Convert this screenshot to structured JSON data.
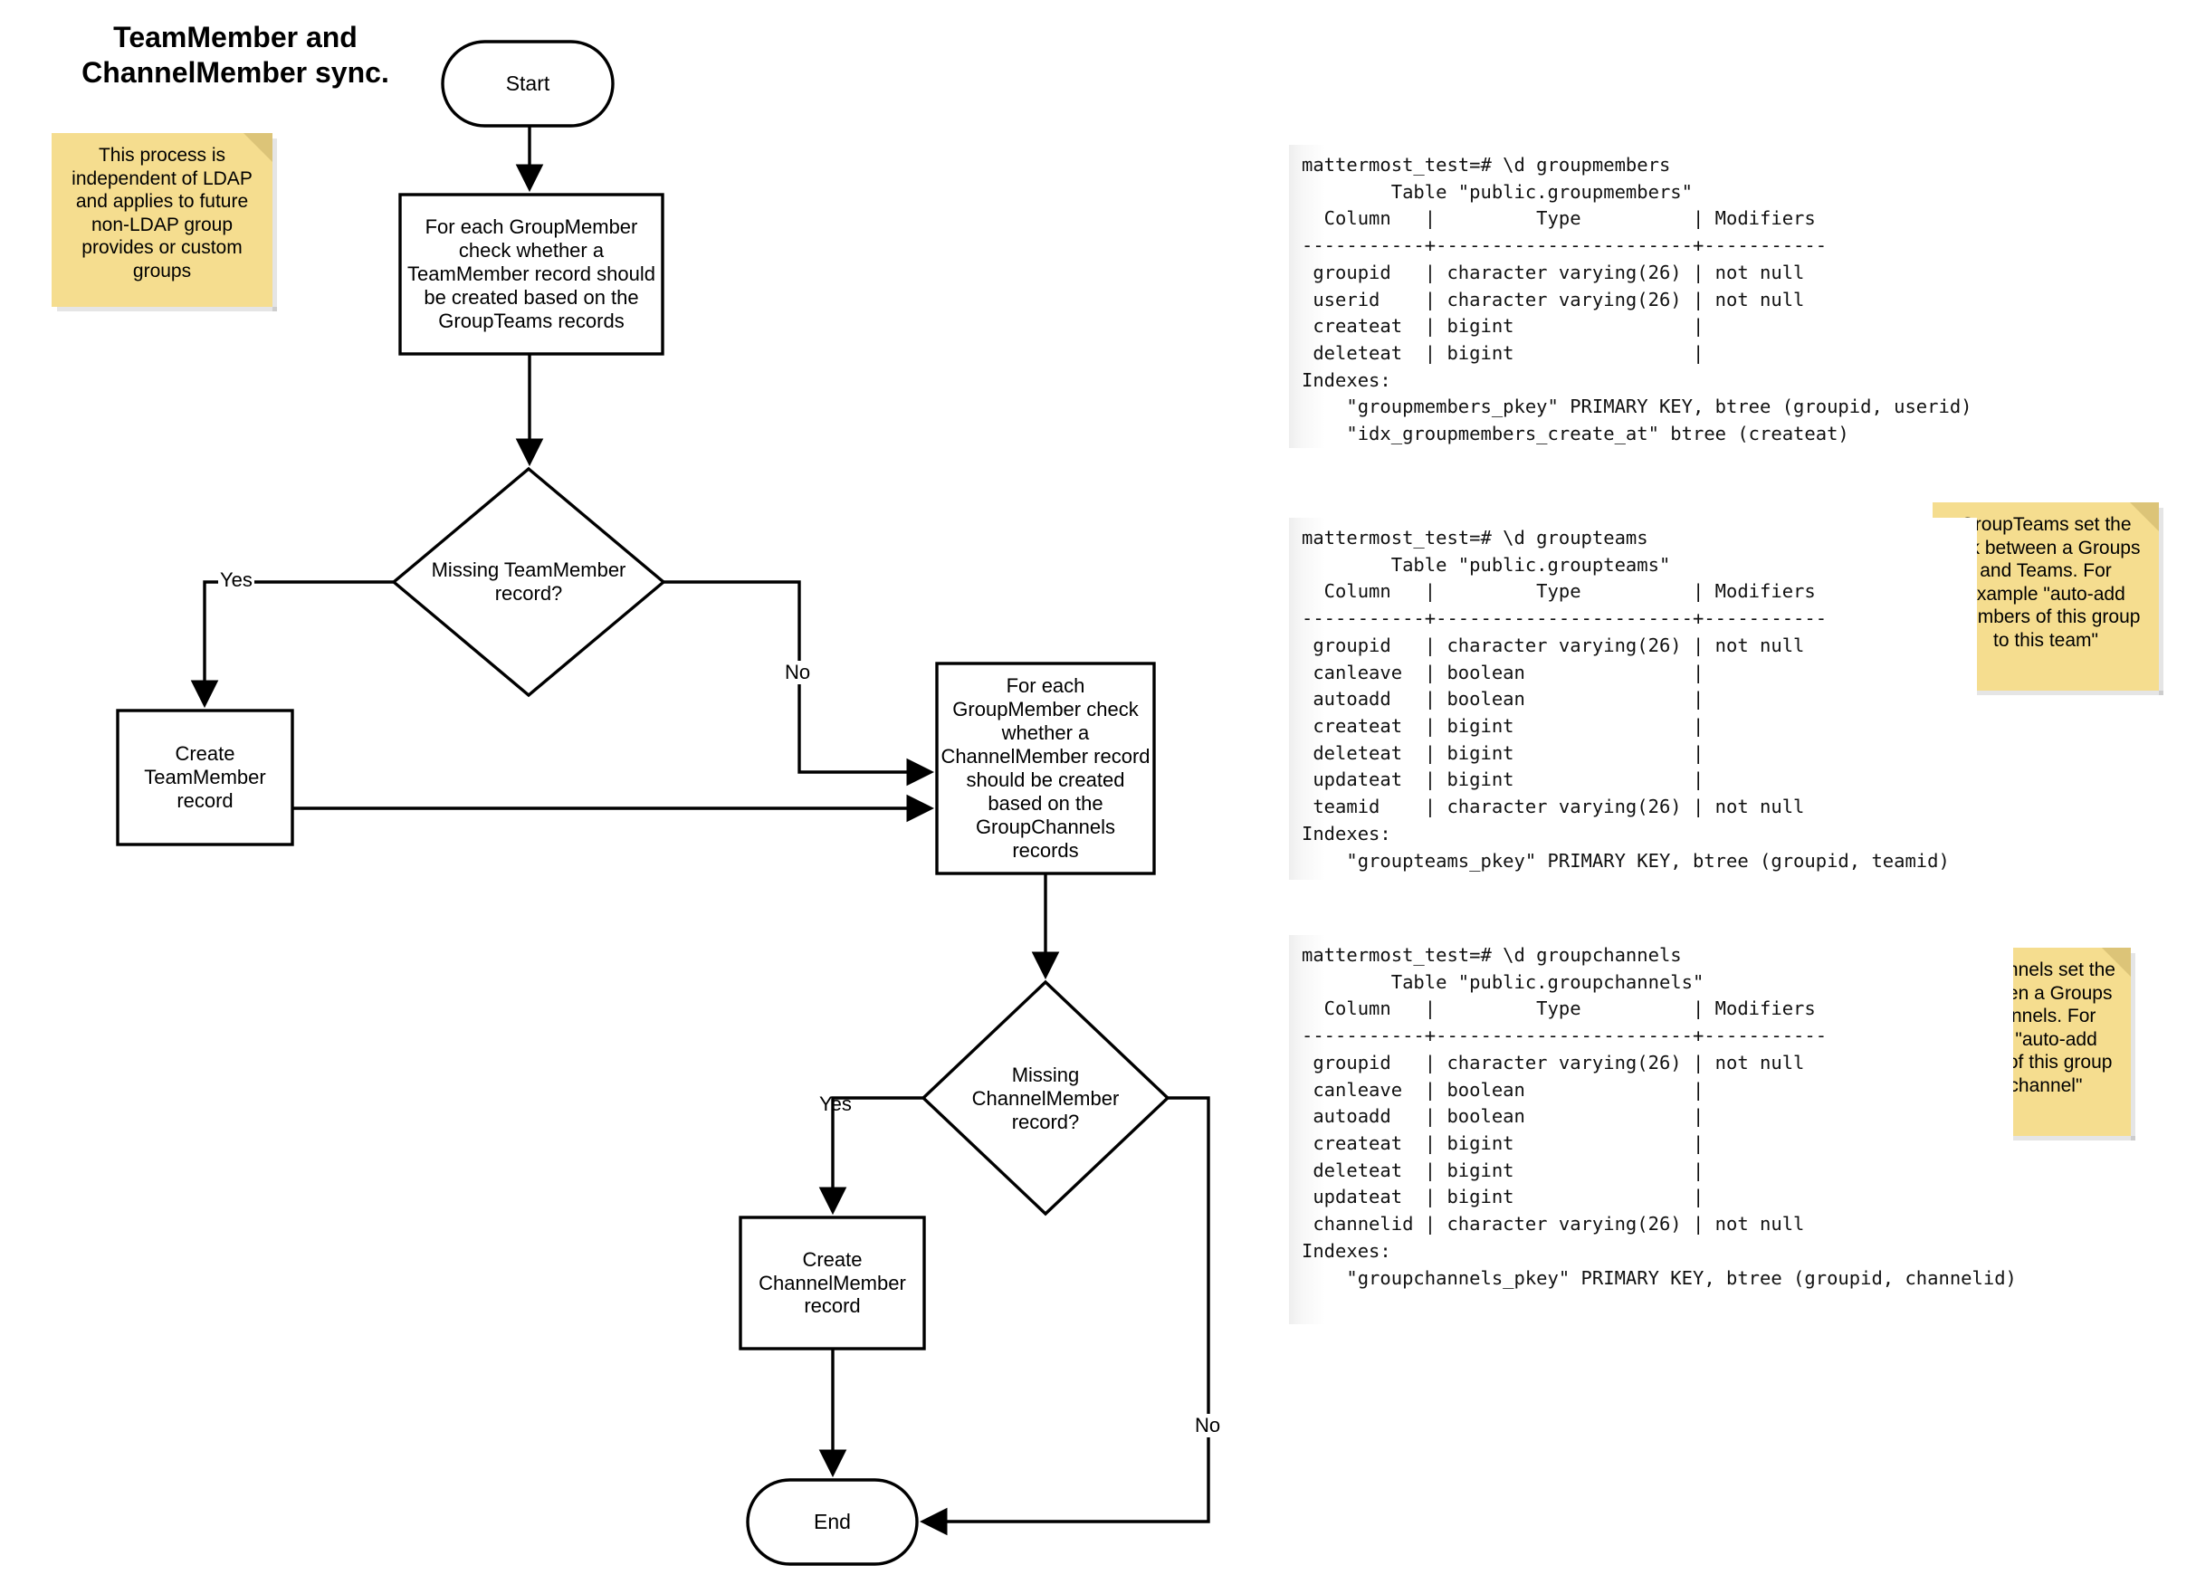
{
  "diagram": {
    "title": "TeamMember and\nChannelMember sync.",
    "nodes": {
      "start": "Start",
      "for_each_groupmember_team": "For each GroupMember\ncheck whether a\nTeamMember record should\nbe created based on the\nGroupTeams records",
      "missing_teammember": "Missing TeamMember\nrecord?",
      "create_teammember": "Create\nTeamMember\nrecord",
      "for_each_groupmember_channel": "For each\nGroupMember check\nwhether a\nChannelMember record\nshould be created\nbased on the\nGroupChannels\nrecords",
      "missing_channelmember": "Missing\nChannelMember\nrecord?",
      "create_channelmember": "Create\nChannelMember\nrecord",
      "end": "End"
    },
    "edge_labels": {
      "teammember_yes": "Yes",
      "teammember_no": "No",
      "channelmember_yes": "Yes",
      "channelmember_no": "No"
    },
    "colors": {
      "stroke": "#000000",
      "node_fill": "#ffffff",
      "sticky_fill": "#f5dd8f",
      "sticky_fold": "#dcc478"
    }
  },
  "notes": {
    "ldap": "This process is\nindependent of LDAP\nand applies to future\nnon-LDAP group\nprovides or custom\ngroups",
    "groupteams": "GroupTeams set the\nlink between a Groups\nand Teams. For\nexample \"auto-add\nmembers of this group\nto this team\"",
    "groupchannels": "GroupChannels set the\nlink between a Groups\nand Channels. For\nexample \"auto-add\nmembers of this group\nto this channel\""
  },
  "terminals": {
    "groupmembers": "mattermost_test=# \\d groupmembers\n        Table \"public.groupmembers\"\n  Column   |         Type          | Modifiers\n-----------+-----------------------+-----------\n groupid   | character varying(26) | not null\n userid    | character varying(26) | not null\n createat  | bigint                |\n deleteat  | bigint                |\nIndexes:\n    \"groupmembers_pkey\" PRIMARY KEY, btree (groupid, userid)\n    \"idx_groupmembers_create_at\" btree (createat)",
    "groupteams": "mattermost_test=# \\d groupteams\n        Table \"public.groupteams\"\n  Column   |         Type          | Modifiers\n-----------+-----------------------+-----------\n groupid   | character varying(26) | not null\n canleave  | boolean               |\n autoadd   | boolean               |\n createat  | bigint                |\n deleteat  | bigint                |\n updateat  | bigint                |\n teamid    | character varying(26) | not null\nIndexes:\n    \"groupteams_pkey\" PRIMARY KEY, btree (groupid, teamid)",
    "groupchannels": "mattermost_test=# \\d groupchannels\n        Table \"public.groupchannels\"\n  Column   |         Type          | Modifiers\n-----------+-----------------------+-----------\n groupid   | character varying(26) | not null\n canleave  | boolean               |\n autoadd   | boolean               |\n createat  | bigint                |\n deleteat  | bigint                |\n updateat  | bigint                |\n channelid | character varying(26) | not null\nIndexes:\n    \"groupchannels_pkey\" PRIMARY KEY, btree (groupid, channelid)"
  }
}
